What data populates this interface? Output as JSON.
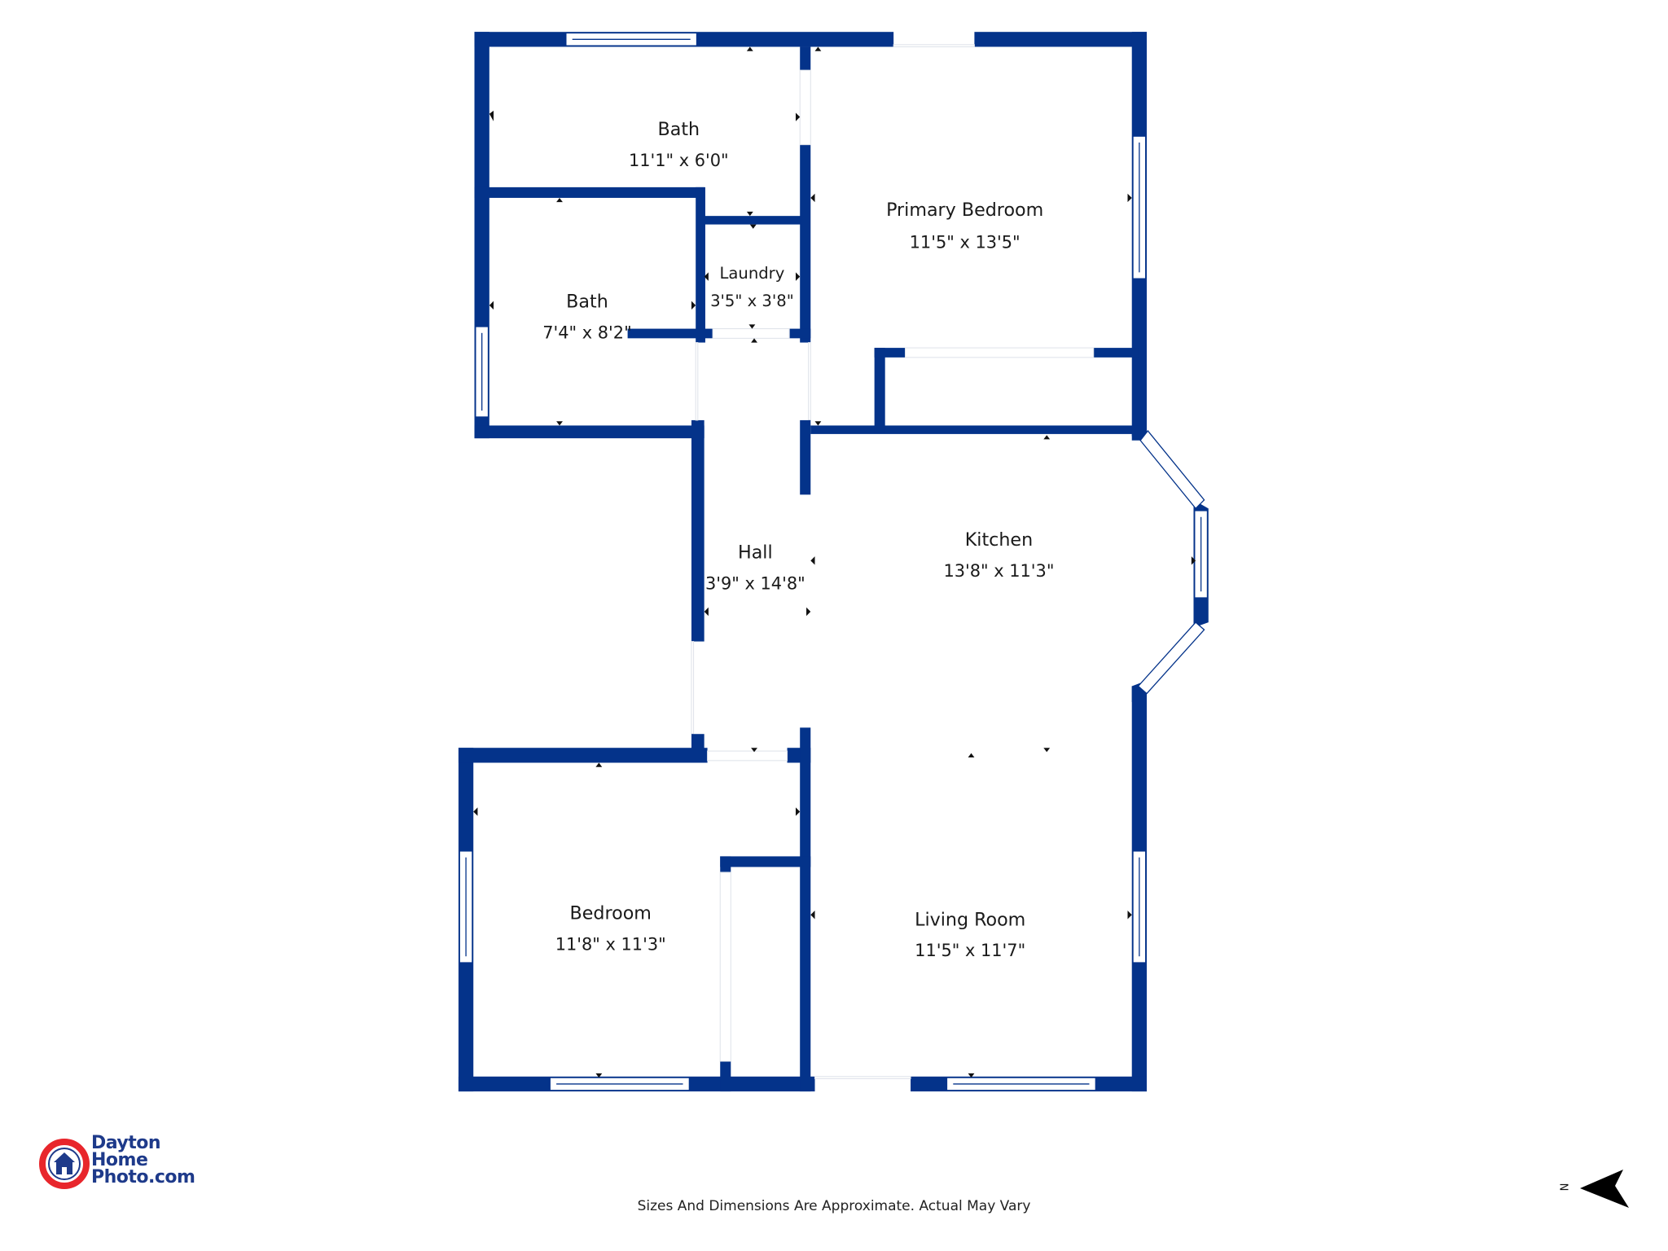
{
  "floorplan": {
    "wall_color": "#04338a",
    "rooms": [
      {
        "name": "Bath",
        "dimensions": "11'1\" x 6'0\""
      },
      {
        "name": "Primary Bedroom",
        "dimensions": "11'5\" x 13'5\""
      },
      {
        "name": "Laundry",
        "dimensions": "3'5\" x 3'8\""
      },
      {
        "name": "Bath",
        "dimensions": "7'4\" x 8'2\""
      },
      {
        "name": "Hall",
        "dimensions": "3'9\" x 14'8\""
      },
      {
        "name": "Kitchen",
        "dimensions": "13'8\" x 11'3\""
      },
      {
        "name": "Bedroom",
        "dimensions": "11'8\" x 11'3\""
      },
      {
        "name": "Living Room",
        "dimensions": "11'5\" x 11'7\""
      }
    ]
  },
  "branding": {
    "logo_line1": "Dayton",
    "logo_line2": "Home",
    "logo_line3": "Photo.com",
    "logo_ring_color": "#e8262c",
    "logo_text_color": "#1e3a8a"
  },
  "footer": {
    "disclaimer": "Sizes And Dimensions Are Approximate. Actual May Vary"
  },
  "compass": {
    "label": "N"
  }
}
